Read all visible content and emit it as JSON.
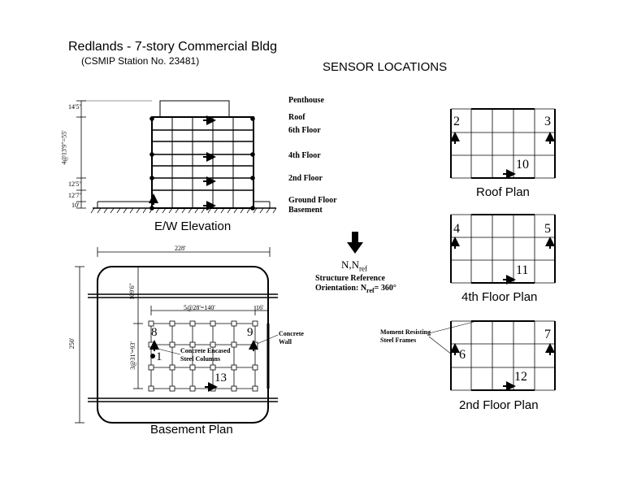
{
  "header": {
    "title": "Redlands - 7-story Commercial Bldg",
    "station": "(CSMIP Station No. 23481)",
    "sensor_title": "SENSOR LOCATIONS"
  },
  "elevation": {
    "caption": "E/W Elevation",
    "levels": [
      "Penthouse",
      "Roof",
      "6th Floor",
      "4th Floor",
      "2nd Floor",
      "Ground Floor",
      "Basement"
    ],
    "dims": [
      "14'5\"",
      "4@13'9\"=55'",
      "12'5\"",
      "12'7\"",
      "10'"
    ]
  },
  "basement": {
    "caption": "Basement Plan",
    "width_dim": "228'",
    "height_dim": "250'",
    "north_offset": "109'6\"",
    "grid_ew": "5@28'=140'",
    "east_offset": "16'",
    "grid_ns": "3@31'=93'",
    "col_note_line1": "Concrete Encased",
    "col_note_line2": "Steel Columns",
    "wall_note_line1": "Concrete",
    "wall_note_line2": "Wall",
    "sensors": [
      "8",
      "9",
      "1",
      "13"
    ]
  },
  "orientation": {
    "label": "N,N",
    "label_sub": "ref",
    "line1": "Structure Reference",
    "line2_pre": "Orientation: N",
    "line2_sub": "ref",
    "line2_post": "= 360°"
  },
  "roof_plan": {
    "caption": "Roof Plan",
    "sensors": [
      "2",
      "3",
      "10"
    ]
  },
  "floor4_plan": {
    "caption": "4th Floor Plan",
    "sensors": [
      "4",
      "5",
      "11"
    ]
  },
  "floor2_plan": {
    "caption": "2nd Floor Plan",
    "sensors": [
      "6",
      "7",
      "12"
    ],
    "frame_note_line1": "Moment Resisting",
    "frame_note_line2": "Steel Frames"
  }
}
